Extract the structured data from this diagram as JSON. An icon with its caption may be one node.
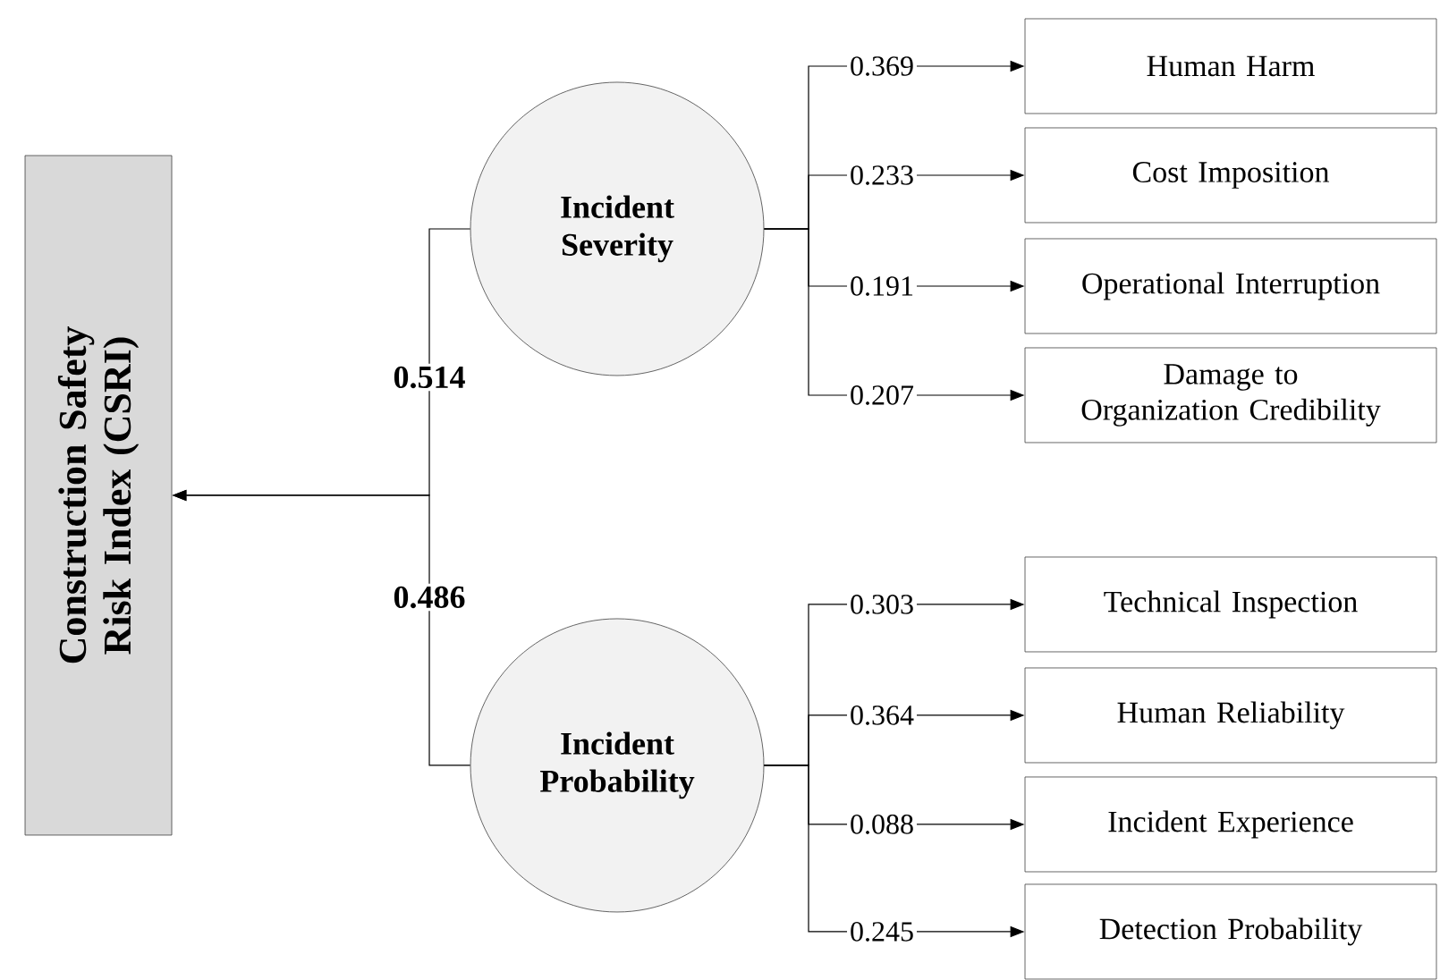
{
  "diagram": {
    "nodes": [
      {
        "text": [
          "Construction Safety Risk Index (CSRI)"
        ]
      },
      {
        "text": [
          "Incident Severity"
        ]
      },
      {
        "text": [
          "Incident Probability"
        ]
      },
      {
        "text": [
          "Human Harm"
        ]
      },
      {
        "text": [
          "Cost Imposition"
        ]
      },
      {
        "text": [
          "Operational Interruption"
        ]
      },
      {
        "text": [
          "Damage to Organization Credibility"
        ]
      },
      {
        "text": [
          "Technical Inspection"
        ]
      },
      {
        "text": [
          "Human Reliability"
        ]
      },
      {
        "text": [
          "Incident Experience"
        ]
      },
      {
        "text": [
          "Detection Probability"
        ]
      }
    ],
    "edges": [
      {
        "from": 1,
        "to": 0,
        "arrow": "to",
        "label": "0.514"
      },
      {
        "from": 2,
        "to": 0,
        "arrow": "to",
        "label": "0.486"
      },
      {
        "from": 1,
        "to": 3,
        "arrow": "to",
        "label": "0.369"
      },
      {
        "from": 1,
        "to": 4,
        "arrow": "to",
        "label": "0.233"
      },
      {
        "from": 1,
        "to": 5,
        "arrow": "to",
        "label": "0.191"
      },
      {
        "from": 1,
        "to": 6,
        "arrow": "to",
        "label": "0.207"
      },
      {
        "from": 2,
        "to": 7,
        "arrow": "to",
        "label": "0.303"
      },
      {
        "from": 2,
        "to": 8,
        "arrow": "to",
        "label": "0.364"
      },
      {
        "from": 2,
        "to": 9,
        "arrow": "to",
        "label": "0.088"
      },
      {
        "from": 2,
        "to": 10,
        "arrow": "to",
        "label": "0.245"
      }
    ]
  }
}
